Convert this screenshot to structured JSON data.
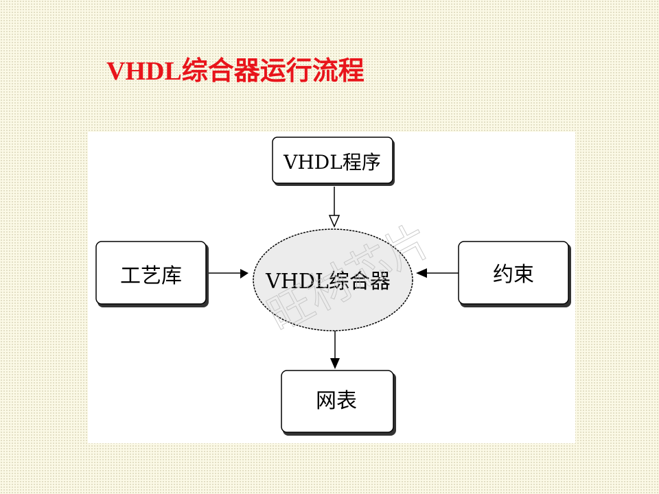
{
  "title": "VHDL综合器运行流程",
  "diagram": {
    "nodes": {
      "source": "VHDL程序",
      "library": "工艺库",
      "synthesizer": "VHDL综合器",
      "constraints": "约束",
      "netlist": "网表"
    },
    "edges": [
      {
        "from": "source",
        "to": "synthesizer"
      },
      {
        "from": "library",
        "to": "synthesizer"
      },
      {
        "from": "constraints",
        "to": "synthesizer"
      },
      {
        "from": "synthesizer",
        "to": "netlist"
      }
    ],
    "watermark": "旺材芯片"
  },
  "colors": {
    "title": "#e8141b",
    "ellipse": "#ececec"
  }
}
